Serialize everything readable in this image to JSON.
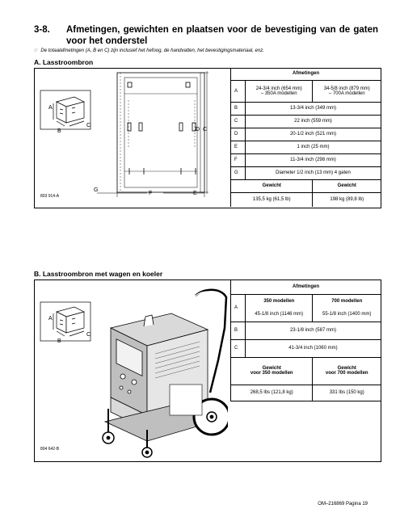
{
  "title": {
    "number": "3-8.",
    "text": "Afmetingen, gewichten en plaatsen voor de bevestiging van de gaten voor het onderstel"
  },
  "note": {
    "symbol": "☞",
    "text": "De totaalafmetingen (A, B en C) zijn inclusief het hefoog, de handvatten, het bevestigingsmateriaal, enz."
  },
  "section_a": {
    "heading": "A.  Lasstroombron",
    "figure_code": "803 914-A",
    "labels": {
      "a": "A",
      "b": "B",
      "c": "C",
      "d": "D",
      "e": "E",
      "f": "F",
      "g": "G"
    },
    "table": {
      "header": "Afmetingen",
      "rows": [
        {
          "key": "A",
          "col1": "24-3/4 inch (654 mm)\n– 350A modellen",
          "col2": "34-5/8 inch (879 mm)\n– 700A modellen"
        },
        {
          "key": "B",
          "value": "13-3/4 inch (349 mm)"
        },
        {
          "key": "C",
          "value": "22 inch (559 mm)"
        },
        {
          "key": "D",
          "value": "20-1/2 inch (521 mm)"
        },
        {
          "key": "E",
          "value": "1 inch (25 mm)"
        },
        {
          "key": "F",
          "value": "11-3/4 inch (298 mm)"
        },
        {
          "key": "G",
          "value": "Diameter 1/2 inch (13 mm) 4 gaten"
        }
      ],
      "weight_headers": [
        "Gewicht",
        "Gewicht"
      ],
      "weights": [
        "135,5 kg (61,5 lb)",
        "198 kg (89,8 lb)"
      ]
    }
  },
  "section_b": {
    "heading": "B.  Lasstroombron met wagen en koeler",
    "figure_code": "804 642-B",
    "labels": {
      "a": "A",
      "b": "B",
      "c": "C"
    },
    "table": {
      "header": "Afmetingen",
      "a_key": "A",
      "a_headers": [
        "350 modellen",
        "700 modellen"
      ],
      "a_values": [
        "45-1/8 inch (1146 mm)",
        "55-1/8 inch (1400 mm)"
      ],
      "rows": [
        {
          "key": "B",
          "value": "23-1/8 inch (587 mm)"
        },
        {
          "key": "C",
          "value": "41-3/4 inch (1060 mm)"
        }
      ],
      "weight_headers": [
        "Gewicht\nvoor 350 modellen",
        "Gewicht\nvoor 700 modellen"
      ],
      "weights": [
        "268,5 lbs (121,8 kg)",
        "331 lbs (150 kg)"
      ]
    }
  },
  "footer": "OM–216869 Pagina 19"
}
